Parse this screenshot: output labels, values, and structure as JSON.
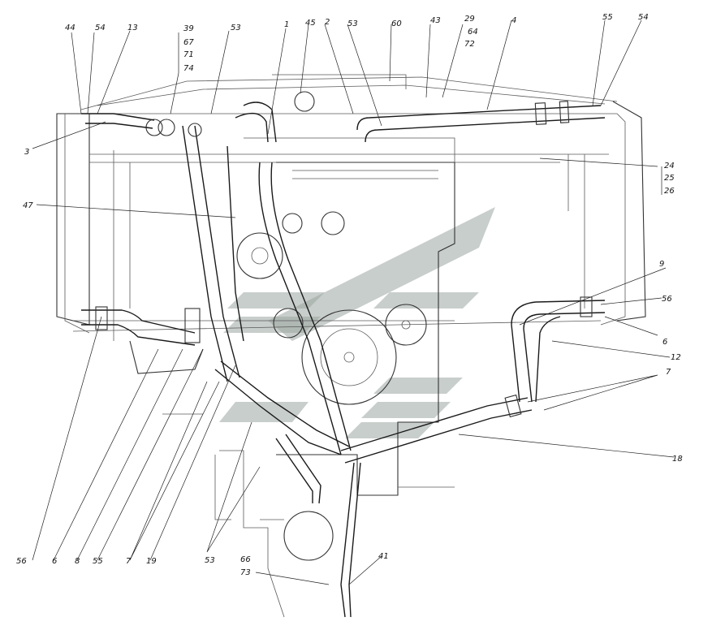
{
  "labels": {
    "l44": "44",
    "l54a": "54",
    "l13": "13",
    "l39": "39",
    "l67": "67",
    "l71": "71",
    "l74": "74",
    "l53a": "53",
    "l1": "1",
    "l45": "45",
    "l2": "2",
    "l53b": "53",
    "l60": "60",
    "l43": "43",
    "l29": "29",
    "l64": "64",
    "l72": "72",
    "l4": "4",
    "l55a": "55",
    "l54b": "54",
    "l3": "3",
    "l47": "47",
    "l24": "24",
    "l25": "25",
    "l26": "26",
    "l9": "9",
    "l56a": "56",
    "l6a": "6",
    "l12": "12",
    "l7a": "7",
    "l18": "18",
    "l56b": "56",
    "l6b": "6",
    "l8": "8",
    "l55b": "55",
    "l7b": "7",
    "l19": "19",
    "l53c": "53",
    "l66": "66",
    "l73": "73",
    "l41": "41"
  },
  "watermark": {
    "colors": [
      "#9aa5a0"
    ]
  }
}
